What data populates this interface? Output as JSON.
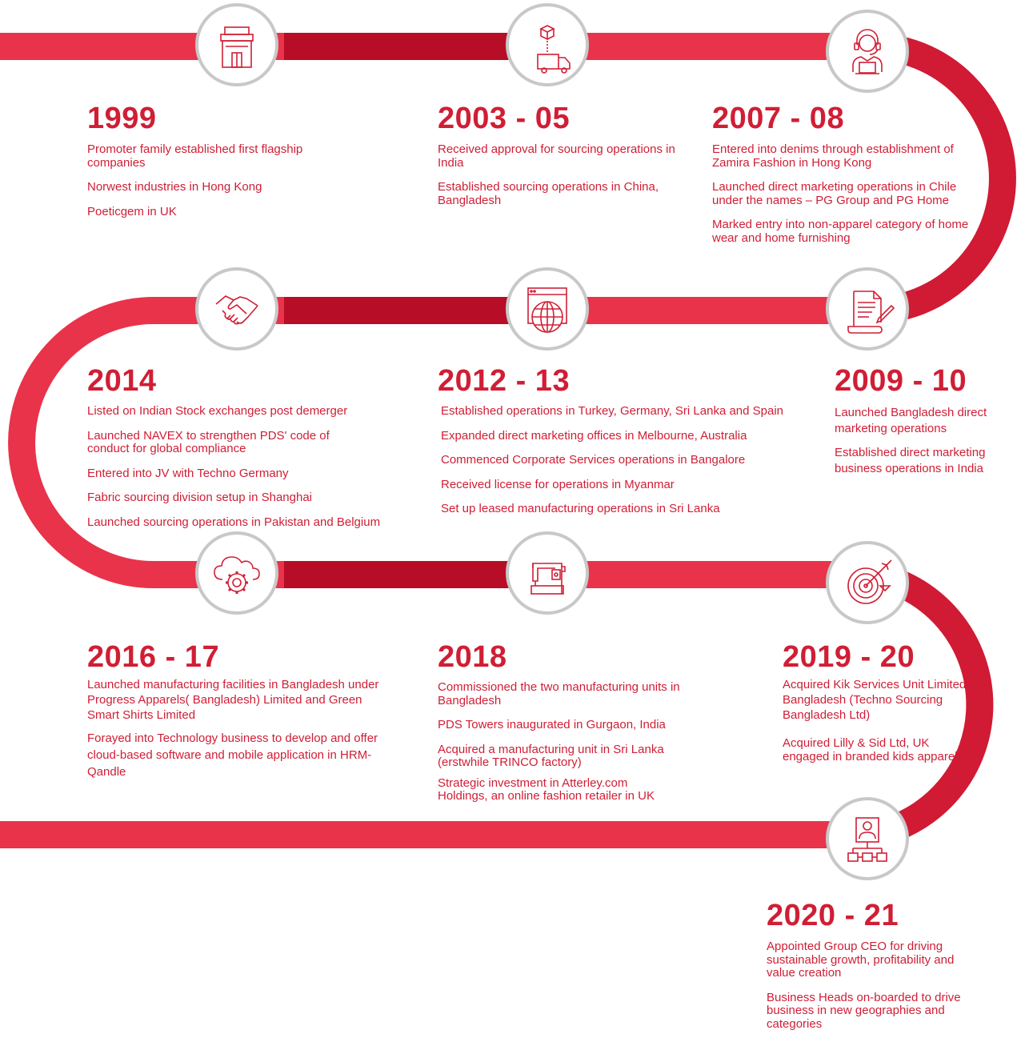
{
  "colors": {
    "track": "#e8334a",
    "track_dark": "#b80d26",
    "text": "#d01e35",
    "ring": "#c8c8c8"
  },
  "milestones": [
    {
      "year": "1999",
      "icon": "storefront-icon",
      "items": [
        "Promoter family established first flagship companies",
        "Norwest industries in Hong Kong",
        "Poeticgem in UK"
      ]
    },
    {
      "year": "2003 - 05",
      "icon": "delivery-truck-icon",
      "items": [
        "Received approval for sourcing operations in India",
        "Established sourcing operations in China, Bangladesh"
      ]
    },
    {
      "year": "2007 - 08",
      "icon": "headset-operator-icon",
      "items": [
        "Entered into denims through establishment of Zamira Fashion in Hong Kong",
        "Launched direct marketing operations in Chile under the names – PG Group and PG Home",
        "Marked entry into non-apparel category of home wear and home furnishing"
      ]
    },
    {
      "year": "2009 - 10",
      "icon": "document-pen-icon",
      "items": [
        "Launched Bangladesh direct marketing operations",
        "Established direct marketing business operations in India"
      ]
    },
    {
      "year": "2012 - 13",
      "icon": "browser-globe-icon",
      "items": [
        "Established operations in Turkey, Germany, Sri Lanka and Spain",
        "Expanded direct marketing offices in Melbourne, Australia",
        "Commenced Corporate Services operations in Bangalore",
        "Received license for operations in Myanmar",
        "Set up leased manufacturing operations in Sri Lanka"
      ]
    },
    {
      "year": "2014",
      "icon": "handshake-icon",
      "items": [
        "Listed on Indian Stock exchanges post demerger",
        "Launched NAVEX to strengthen PDS' code of conduct for global compliance",
        "Entered into JV with Techno Germany",
        "Fabric sourcing division setup in Shanghai",
        "Launched sourcing operations in Pakistan and Belgium"
      ]
    },
    {
      "year": "2016 - 17",
      "icon": "cloud-gear-icon",
      "items": [
        "Launched manufacturing facilities in Bangladesh under Progress Apparels( Bangladesh) Limited and Green Smart Shirts Limited",
        "Forayed into Technology business to develop and offer cloud-based software and mobile application in HRM-Qandle"
      ]
    },
    {
      "year": "2018",
      "icon": "sewing-machine-icon",
      "items": [
        "Commissioned the two manufacturing units in Bangladesh",
        "PDS Towers inaugurated in Gurgaon, India",
        "Acquired a manufacturing unit in Sri Lanka (erstwhile TRINCO factory)",
        "Strategic investment in Atterley.com Holdings, an online fashion retailer in UK"
      ]
    },
    {
      "year": "2019 - 20",
      "icon": "target-arrow-icon",
      "items": [
        "Acquired Kik Services Unit Limited in Bangladesh (Techno Sourcing Bangladesh Ltd)",
        "Acquired Lilly & Sid Ltd, UK engaged in branded kids apparel"
      ]
    },
    {
      "year": "2020 - 21",
      "icon": "org-chart-icon",
      "items": [
        "Appointed Group CEO for driving sustainable growth, profitability and value creation",
        "Business Heads on-boarded to drive business in new geographies and categories"
      ]
    }
  ]
}
